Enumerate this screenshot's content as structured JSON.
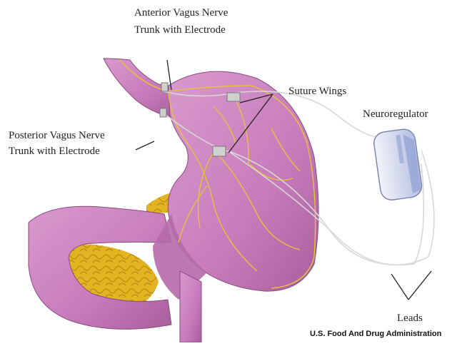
{
  "labels": {
    "anterior_line1": "Anterior Vagus Nerve",
    "anterior_line2": "Trunk with Electrode",
    "posterior_line1": "Posterior Vagus Nerve",
    "posterior_line2": "Trunk with Electrode",
    "suture_wings": "Suture Wings",
    "neuroregulator": "Neuroregulator",
    "leads": "Leads"
  },
  "credit": "U.S. Food And Drug Administration",
  "colors": {
    "stomach": "#c97fbd",
    "stomach_shade": "#a85f9c",
    "fat": "#e0b020",
    "nerve": "#e8c23a",
    "lead_wire": "#d8d8d8",
    "device": "#b9c4e6"
  }
}
